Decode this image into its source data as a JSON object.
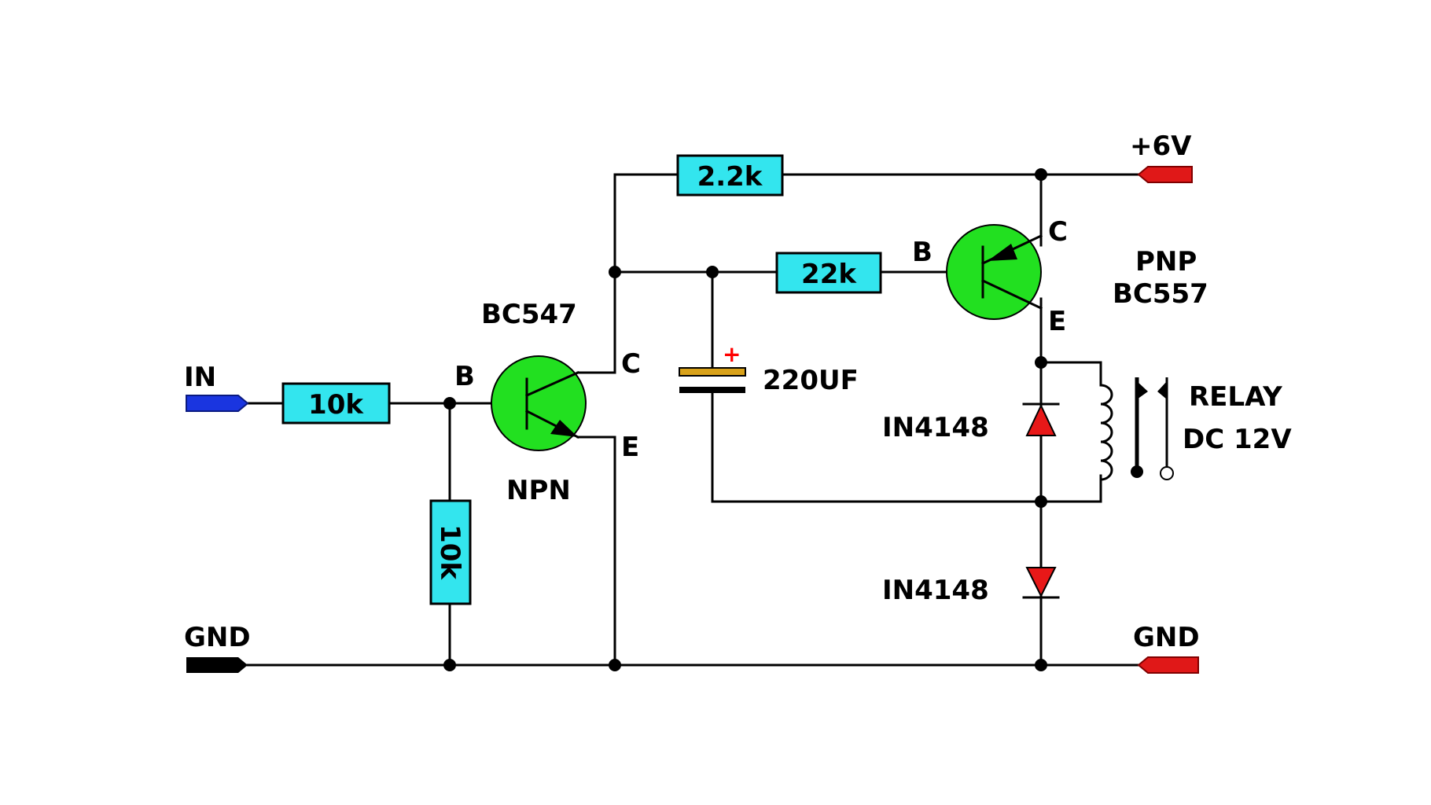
{
  "terminals": {
    "in": "IN",
    "gnd_left": "GND",
    "v6": "+6V",
    "gnd_right": "GND"
  },
  "colors": {
    "input_terminal": "#1a35e0",
    "gnd_left_terminal": "#000000",
    "power_terminal": "#e01818",
    "resistor_fill": "#33e5ee",
    "transistor_fill": "#22e020",
    "capacitor_plate": "#d9a21a",
    "diode_fill": "#e81818"
  },
  "resistors": {
    "r_in": "10k",
    "r_pulldown": "10k",
    "r_top": "2.2k",
    "r_base": "22k"
  },
  "npn": {
    "part": "BC547",
    "type": "NPN",
    "pin_b": "B",
    "pin_c": "C",
    "pin_e": "E"
  },
  "pnp": {
    "type": "PNP",
    "part": "BC557",
    "pin_b": "B",
    "pin_c": "C",
    "pin_e": "E"
  },
  "capacitor": {
    "value": "220UF",
    "polarity": "+"
  },
  "diodes": {
    "d1": "IN4148",
    "d2": "IN4148"
  },
  "relay": {
    "line1": "RELAY",
    "line2": "DC 12V"
  }
}
